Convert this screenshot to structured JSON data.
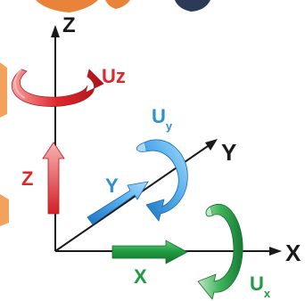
{
  "axes": {
    "z": {
      "label": "Z"
    },
    "y": {
      "label": "Y"
    },
    "x": {
      "label": "X"
    }
  },
  "translations": {
    "z": {
      "label": "Z"
    },
    "y": {
      "label": "Y"
    },
    "x": {
      "label": "X"
    }
  },
  "rotations": {
    "uz": {
      "label": "U",
      "sub": "z"
    },
    "uy": {
      "label": "U",
      "sub": "y"
    },
    "ux": {
      "label": "U",
      "sub": "x"
    }
  },
  "colors": {
    "axis": "#1a1a1a",
    "red": "#e0262b",
    "blue": "#2a8fd8",
    "green": "#1f9a3f",
    "top_orange": "#e9833a",
    "top_navy": "#2b3a55",
    "side_orange": "#f2a25a"
  }
}
